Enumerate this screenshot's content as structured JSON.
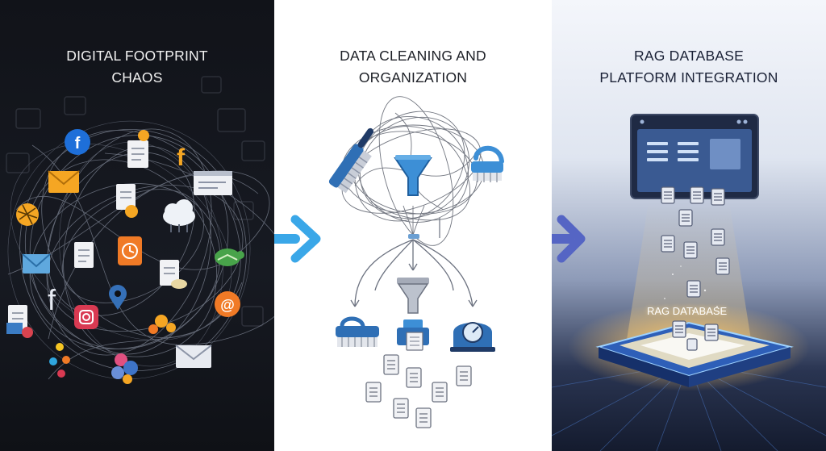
{
  "panels": {
    "chaos": {
      "title_line1": "DIGITAL FOOTPRINT",
      "title_line2": "CHAOS"
    },
    "cleaning": {
      "title_line1": "DATA CLEANING AND",
      "title_line2": "ORGANIZATION"
    },
    "integration": {
      "title_line1": "RAG DATABASE",
      "title_line2": "PLATFORM INTEGRATION",
      "platform_label": "RAG DATABASE"
    }
  },
  "colors": {
    "chaos_bg": "#14171e",
    "arrow_1": "#3aa7e8",
    "arrow_2": "#5565c4",
    "accent_blue": "#2f6fb5",
    "glow": "#ffc96b"
  },
  "icons": [
    "facebook-icon",
    "mail-icon",
    "document-icon",
    "cloud-icon",
    "clock-icon",
    "instagram-icon",
    "at-sign-icon",
    "brush-icon",
    "funnel-icon",
    "gauge-icon",
    "monitor-icon"
  ]
}
